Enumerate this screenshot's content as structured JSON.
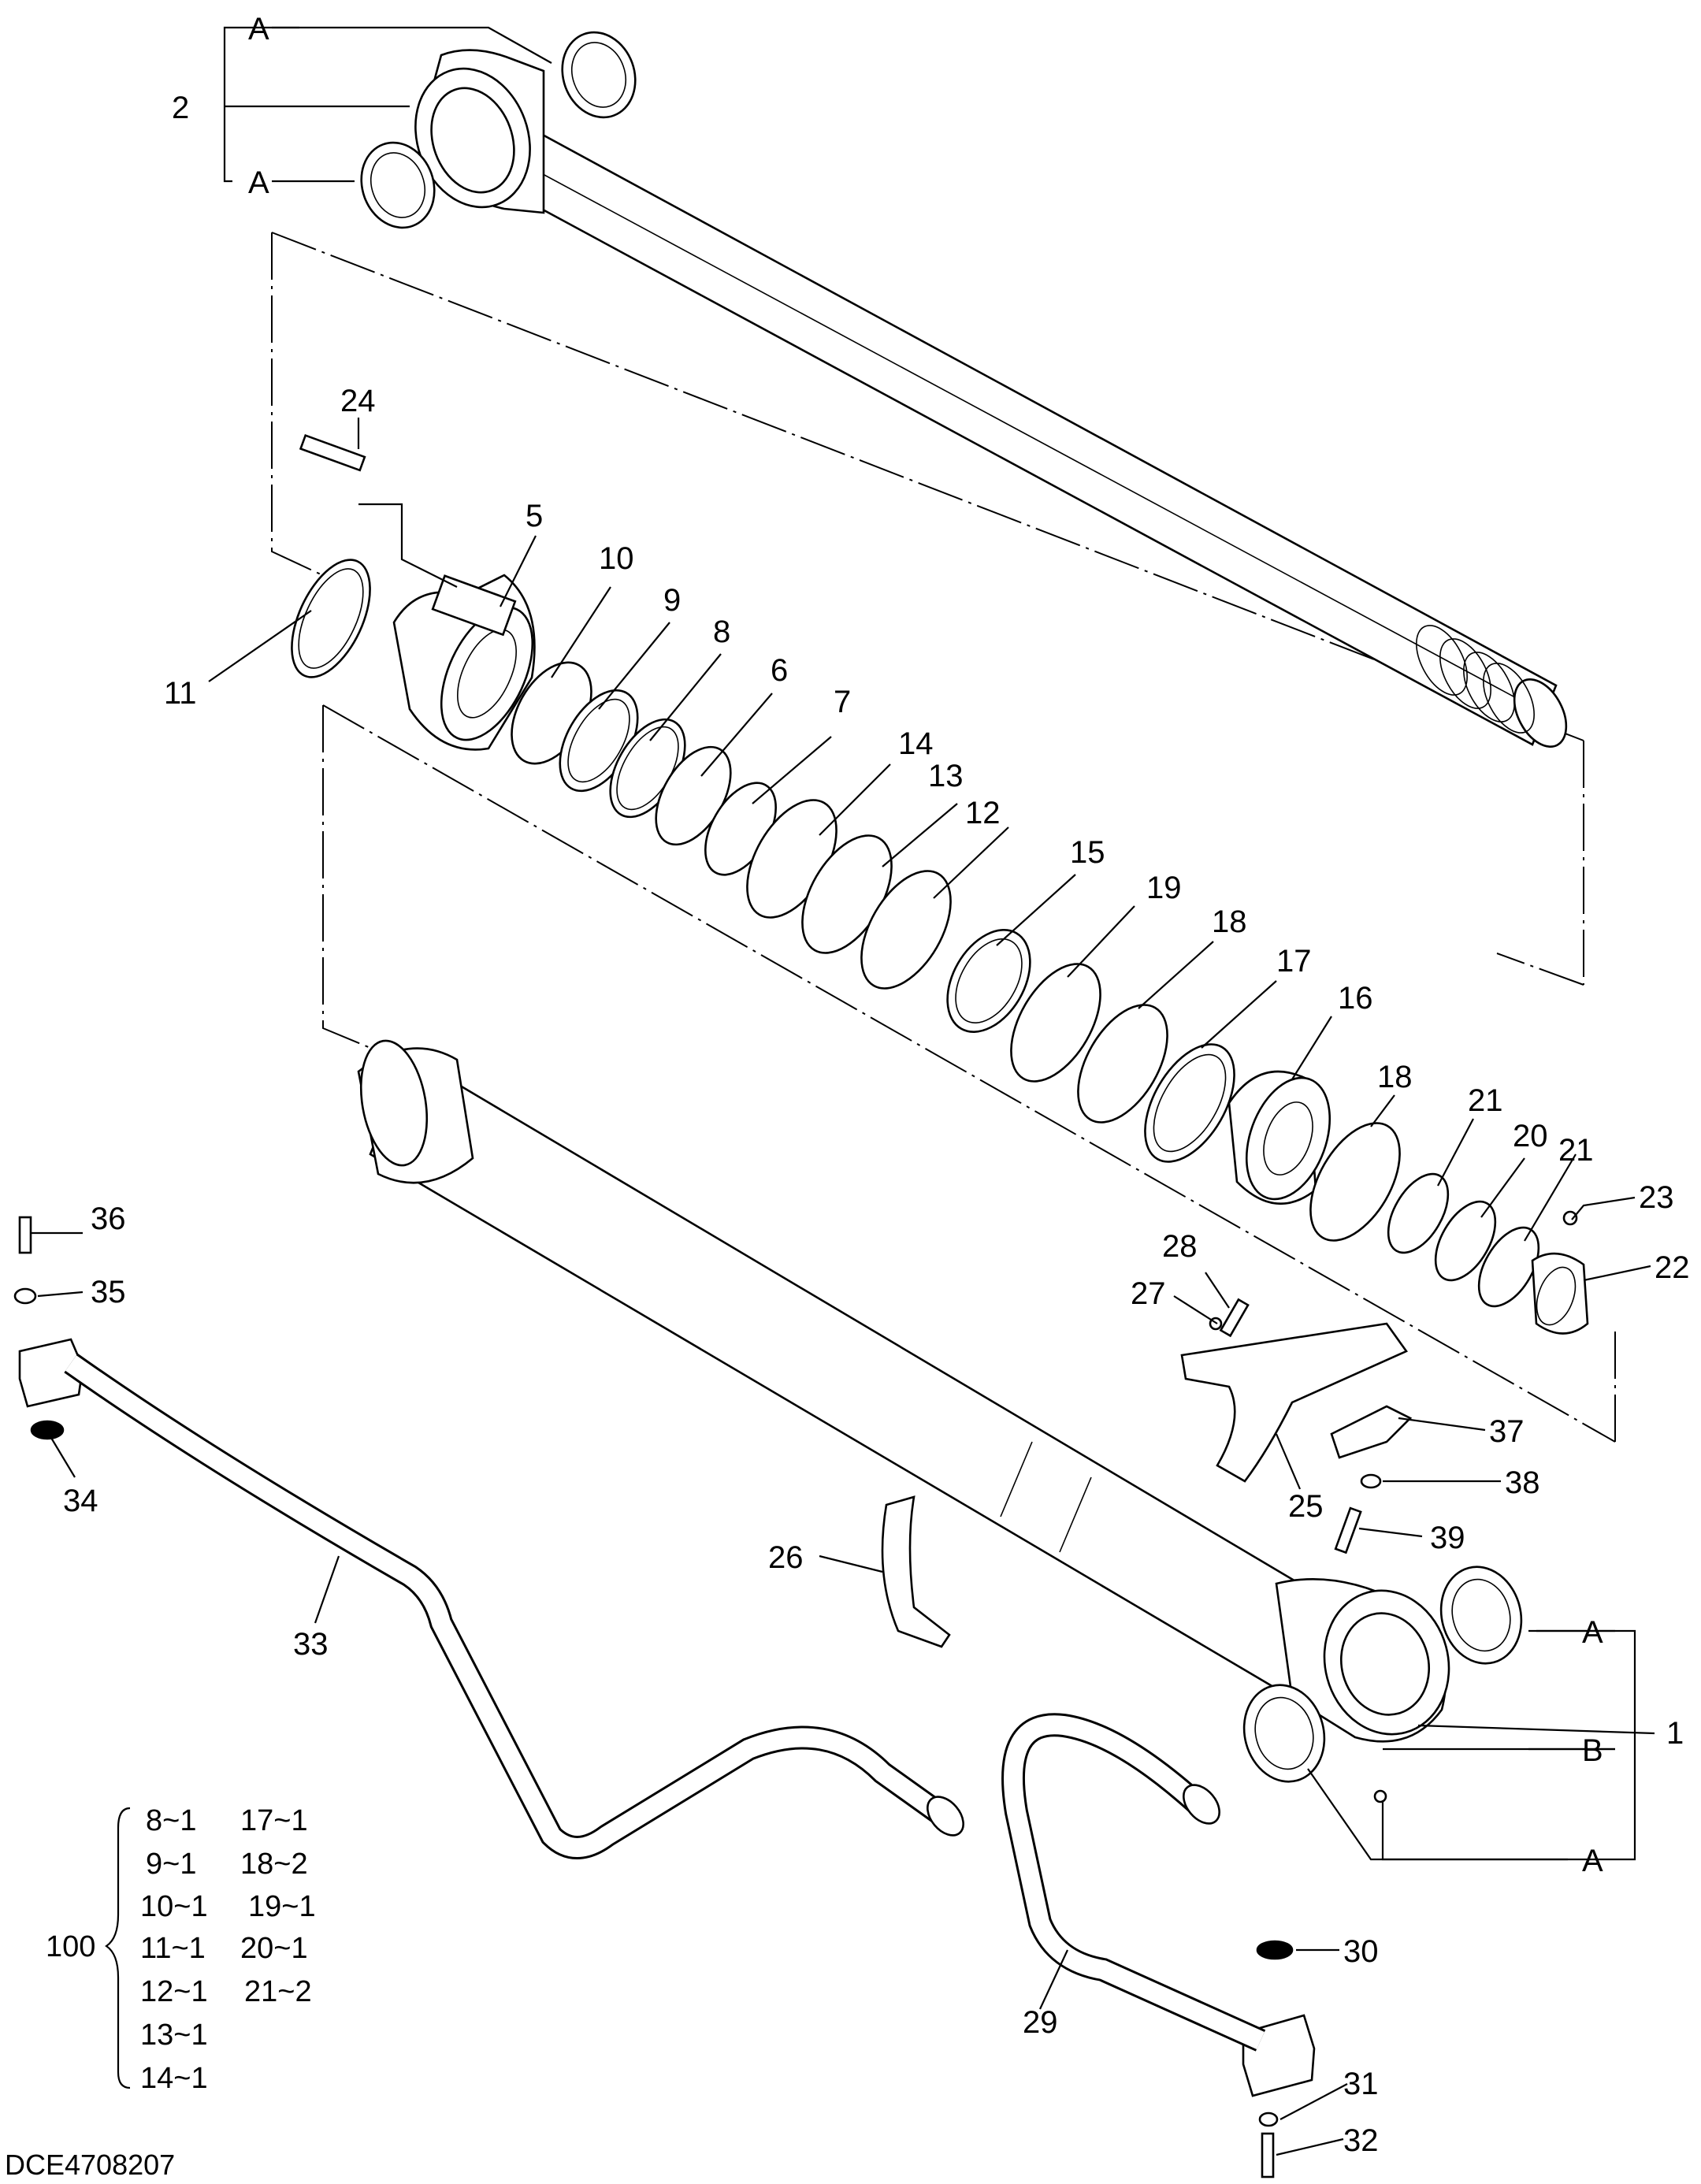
{
  "labels": {
    "l1": "1",
    "l2": "2",
    "l5": "5",
    "l6": "6",
    "l7": "7",
    "l8": "8",
    "l9": "9",
    "l10": "10",
    "l11": "11",
    "l12": "12",
    "l13": "13",
    "l14": "14",
    "l15": "15",
    "l16": "16",
    "l17": "17",
    "l18a": "18",
    "l18b": "18",
    "l19": "19",
    "l20": "20",
    "l21a": "21",
    "l21b": "21",
    "l22": "22",
    "l23": "23",
    "l24": "24",
    "l25": "25",
    "l26": "26",
    "l27": "27",
    "l28": "28",
    "l29": "29",
    "l30": "30",
    "l31": "31",
    "l32": "32",
    "l33": "33",
    "l34": "34",
    "l35": "35",
    "l36": "36",
    "l37": "37",
    "l38": "38",
    "l39": "39",
    "a1": "A",
    "a2": "A",
    "a3": "A",
    "a4": "A",
    "b1": "B"
  },
  "kit": {
    "label": "100",
    "col1": [
      "8~1",
      "9~1",
      "10~1",
      "11~1",
      "12~1",
      "13~1",
      "14~1"
    ],
    "col2": [
      "17~1",
      "18~2",
      "19~1",
      "20~1",
      "21~2"
    ]
  },
  "code": "DCE4708207"
}
